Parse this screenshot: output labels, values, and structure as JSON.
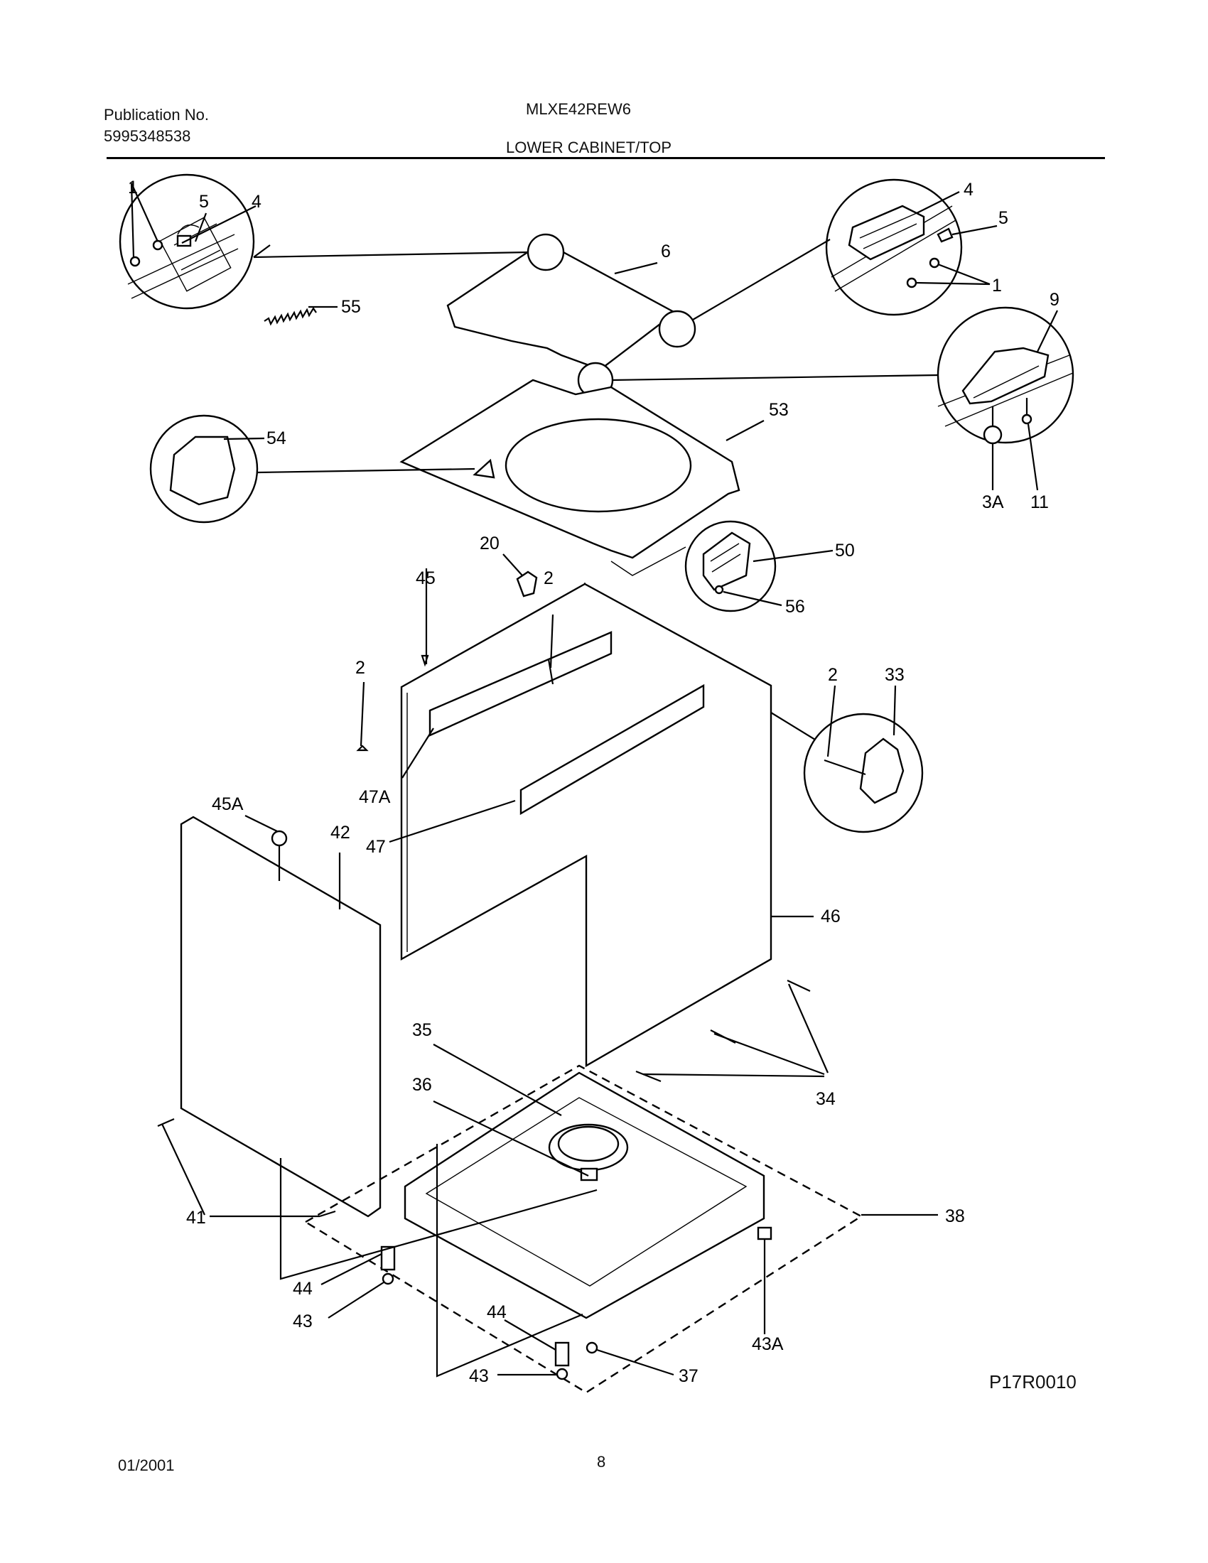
{
  "header": {
    "publication_label": "Publication No.",
    "publication_number": "5995348538",
    "model": "MLXE42REW6",
    "section_title": "LOWER CABINET/TOP"
  },
  "callouts": {
    "c1a": "1",
    "c5a": "5",
    "c4a": "4",
    "c55": "55",
    "c6": "6",
    "c4b": "4",
    "c5b": "5",
    "c1b": "1",
    "c9": "9",
    "c53": "53",
    "c54": "54",
    "c3a": "3A",
    "c11": "11",
    "c20": "20",
    "c2a": "2",
    "c45": "45",
    "c50": "50",
    "c56": "56",
    "c2b": "2",
    "c2c": "2",
    "c33": "33",
    "c47a": "47A",
    "c45a": "45A",
    "c42": "42",
    "c47": "47",
    "c46": "46",
    "c35": "35",
    "c36": "36",
    "c34": "34",
    "c41": "41",
    "c38": "38",
    "c44a": "44",
    "c43a": "43",
    "c44b": "44",
    "c43b": "43",
    "c37": "37",
    "c43A": "43A"
  },
  "figure_code": "P17R0010",
  "footer": {
    "date": "01/2001",
    "page": "8"
  }
}
